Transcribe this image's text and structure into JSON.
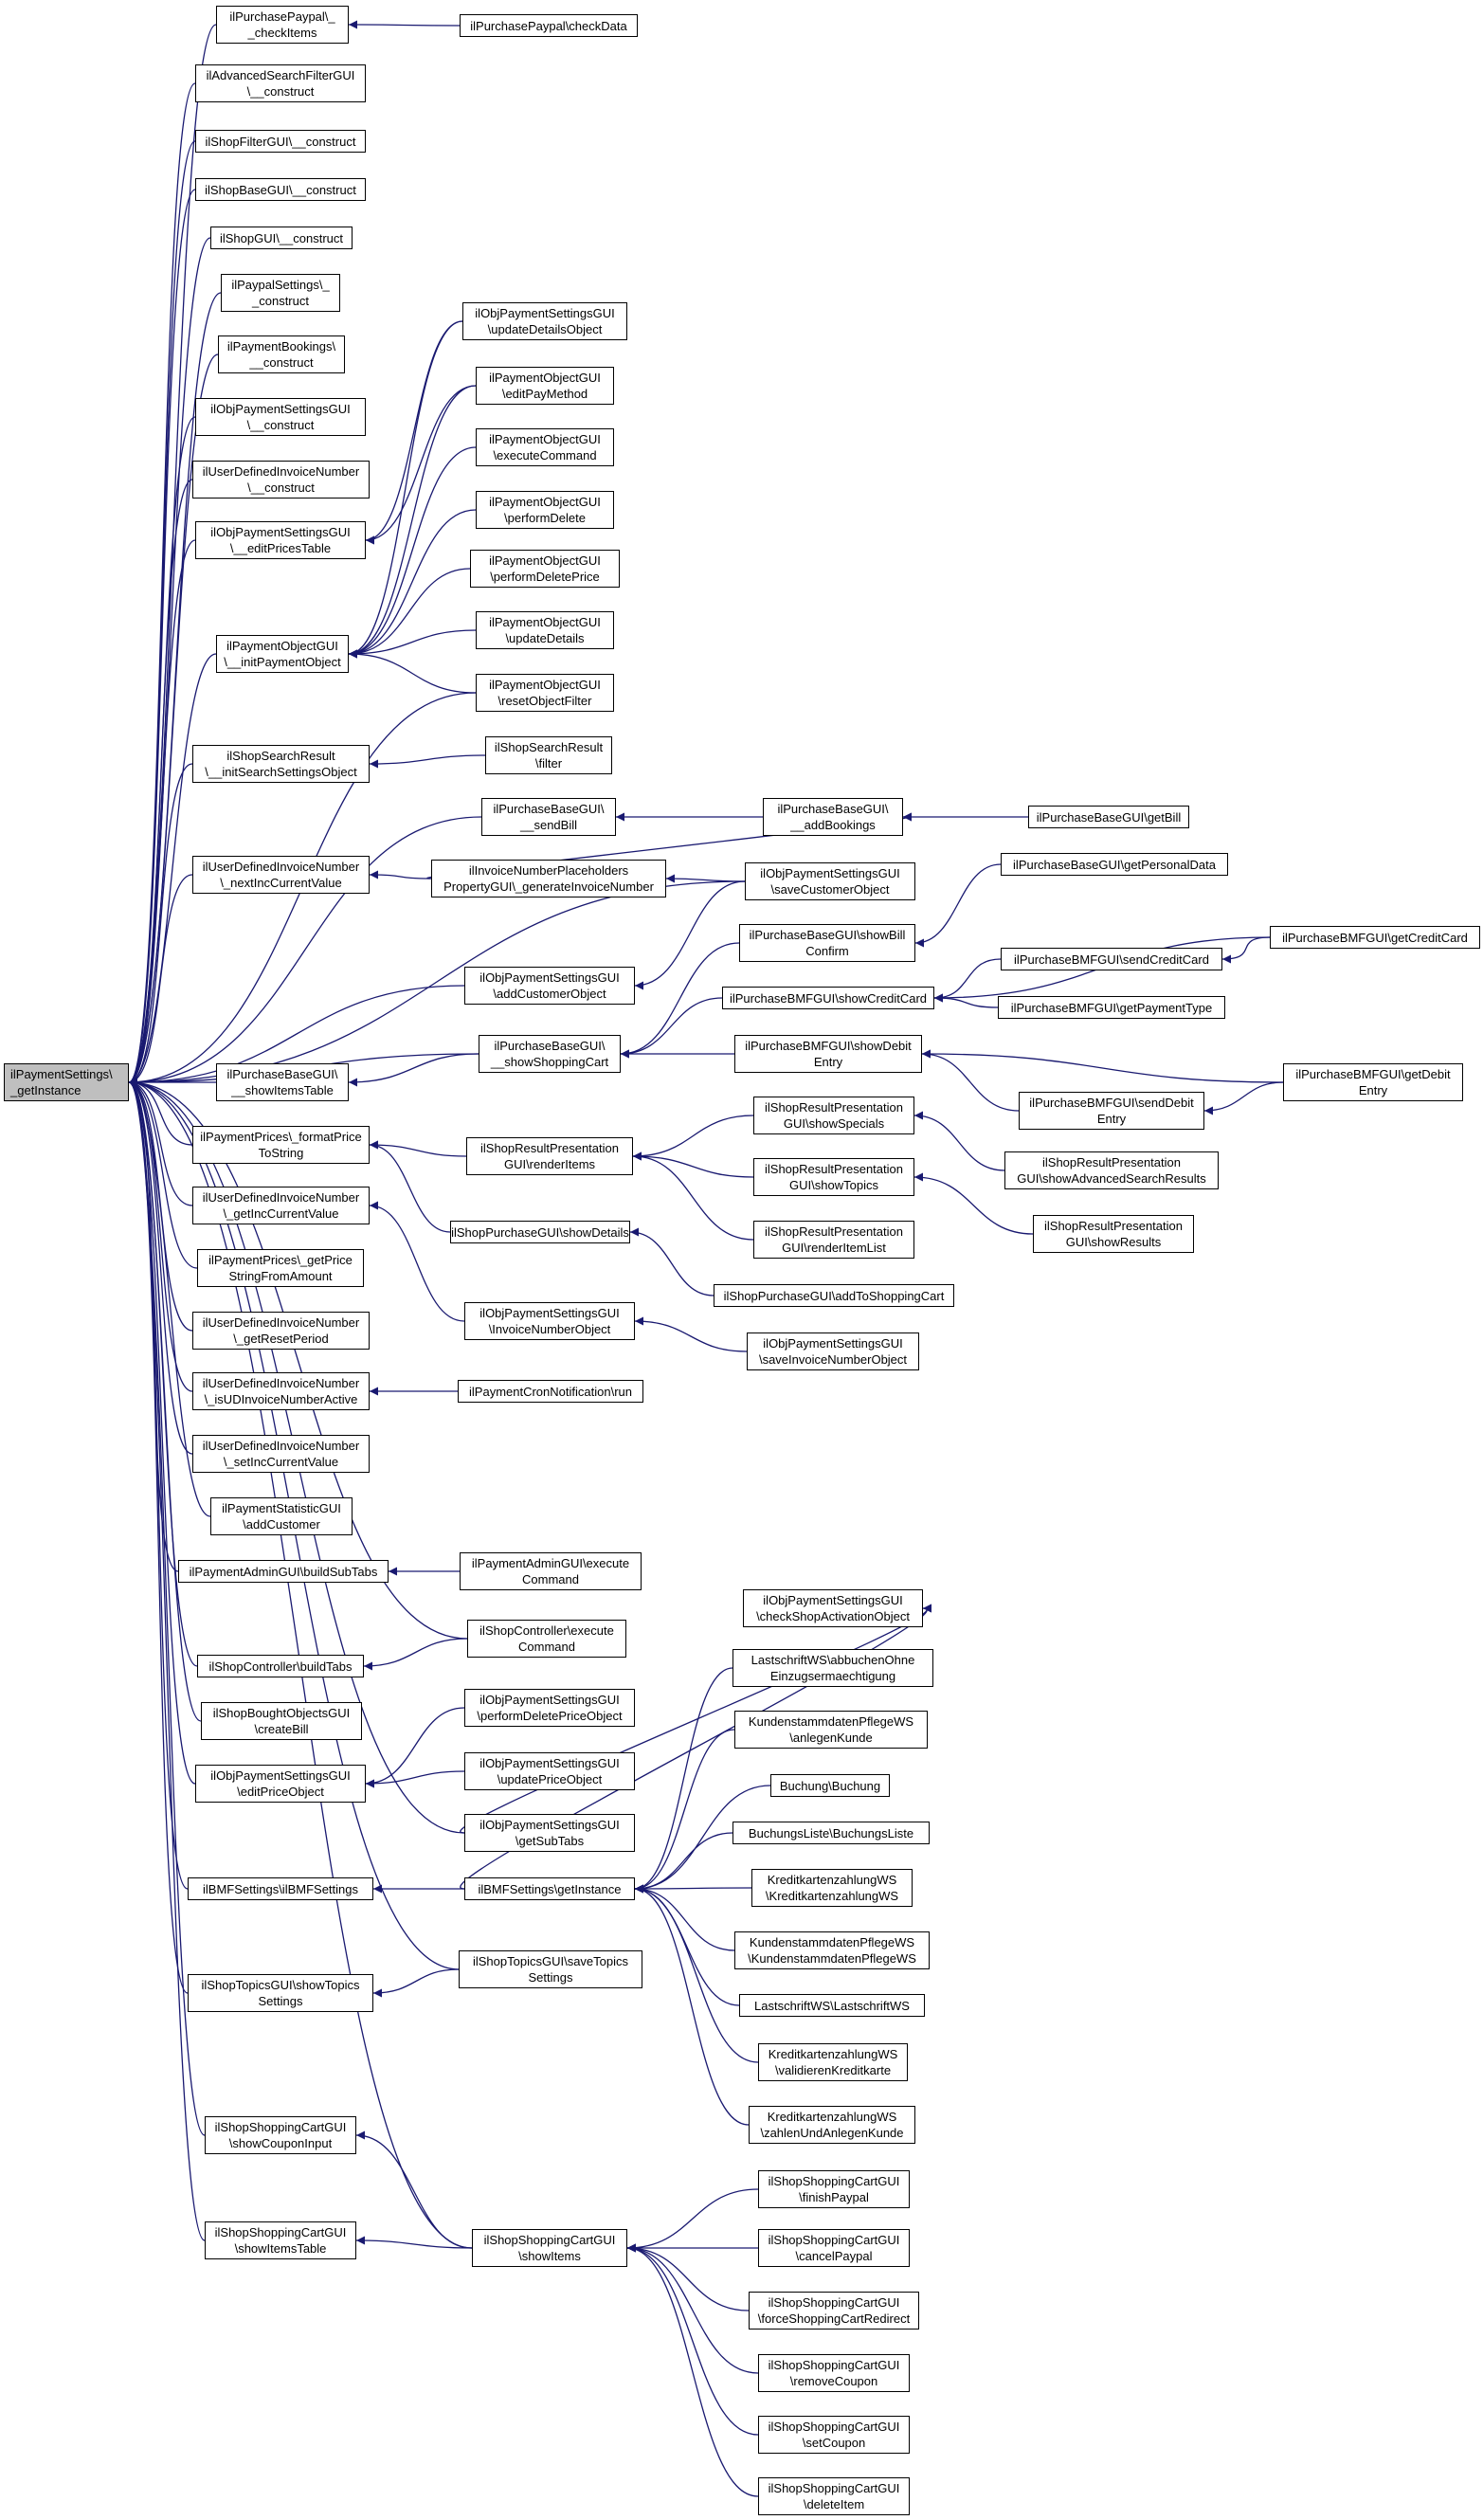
{
  "nodes": {
    "root": [
      "ilPaymentSettings\\",
      "_getInstance"
    ],
    "n1": [
      "ilPurchasePaypal\\_",
      "_checkItems"
    ],
    "n2": [
      "ilPurchasePaypal\\checkData"
    ],
    "n3": [
      "ilAdvancedSearchFilterGUI",
      "\\__construct"
    ],
    "n4": [
      "ilShopFilterGUI\\__construct"
    ],
    "n5": [
      "ilShopBaseGUI\\__construct"
    ],
    "n6": [
      "ilShopGUI\\__construct"
    ],
    "n7": [
      "ilPaypalSettings\\_",
      "_construct"
    ],
    "n8": [
      "ilPaymentBookings\\",
      "__construct"
    ],
    "n9": [
      "ilObjPaymentSettingsGUI",
      "\\__construct"
    ],
    "n10": [
      "ilUserDefinedInvoiceNumber",
      "\\__construct"
    ],
    "n11": [
      "ilObjPaymentSettingsGUI",
      "\\__editPricesTable"
    ],
    "n12": [
      "ilPaymentObjectGUI",
      "\\__initPaymentObject"
    ],
    "n13": [
      "ilObjPaymentSettingsGUI",
      "\\updateDetailsObject"
    ],
    "n14": [
      "ilPaymentObjectGUI",
      "\\editPayMethod"
    ],
    "n15": [
      "ilPaymentObjectGUI",
      "\\executeCommand"
    ],
    "n16": [
      "ilPaymentObjectGUI",
      "\\performDelete"
    ],
    "n17": [
      "ilPaymentObjectGUI",
      "\\performDeletePrice"
    ],
    "n18": [
      "ilPaymentObjectGUI",
      "\\updateDetails"
    ],
    "n19": [
      "ilPaymentObjectGUI",
      "\\resetObjectFilter"
    ],
    "n20": [
      "ilShopSearchResult",
      "\\__initSearchSettingsObject"
    ],
    "n21": [
      "ilShopSearchResult",
      "\\filter"
    ],
    "n22": [
      "ilPurchaseBaseGUI\\",
      "__sendBill"
    ],
    "n23": [
      "ilPurchaseBaseGUI\\",
      "__addBookings"
    ],
    "n24": [
      "ilPurchaseBaseGUI\\getBill"
    ],
    "n25": [
      "ilUserDefinedInvoiceNumber",
      "\\_nextIncCurrentValue"
    ],
    "n26": [
      "ilInvoiceNumberPlaceholders",
      "PropertyGUI\\_generateInvoiceNumber"
    ],
    "n27": [
      "ilObjPaymentSettingsGUI",
      "\\saveCustomerObject"
    ],
    "n28": [
      "ilPurchaseBaseGUI\\getPersonalData"
    ],
    "n29": [
      "ilPurchaseBaseGUI\\showBill",
      "Confirm"
    ],
    "n30": [
      "ilPurchaseBMFGUI\\getCreditCard"
    ],
    "n31": [
      "ilObjPaymentSettingsGUI",
      "\\addCustomerObject"
    ],
    "n32": [
      "ilPurchaseBMFGUI\\showCreditCard"
    ],
    "n33": [
      "ilPurchaseBMFGUI\\sendCreditCard"
    ],
    "n34": [
      "ilPurchaseBMFGUI\\getPaymentType"
    ],
    "n35": [
      "ilPurchaseBaseGUI\\",
      "__showItemsTable"
    ],
    "n36": [
      "ilPurchaseBaseGUI\\",
      "__showShoppingCart"
    ],
    "n37": [
      "ilPurchaseBMFGUI\\showDebit",
      "Entry"
    ],
    "n38": [
      "ilPurchaseBMFGUI\\getDebit",
      "Entry"
    ],
    "n39": [
      "ilPaymentPrices\\_formatPrice",
      "ToString"
    ],
    "n40": [
      "ilShopResultPresentation",
      "GUI\\renderItems"
    ],
    "n41": [
      "ilShopResultPresentation",
      "GUI\\showSpecials"
    ],
    "n42": [
      "ilPurchaseBMFGUI\\sendDebit",
      "Entry"
    ],
    "n43": [
      "ilShopResultPresentation",
      "GUI\\showAdvancedSearchResults"
    ],
    "n44": [
      "ilUserDefinedInvoiceNumber",
      "\\_getIncCurrentValue"
    ],
    "n45": [
      "ilShopResultPresentation",
      "GUI\\showTopics"
    ],
    "n46": [
      "ilShopResultPresentation",
      "GUI\\showResults"
    ],
    "n47": [
      "ilShopPurchaseGUI\\showDetails"
    ],
    "n48": [
      "ilShopResultPresentation",
      "GUI\\renderItemList"
    ],
    "n49": [
      "ilPaymentPrices\\_getPrice",
      "StringFromAmount"
    ],
    "n50": [
      "ilShopPurchaseGUI\\addToShoppingCart"
    ],
    "n51": [
      "ilObjPaymentSettingsGUI",
      "\\InvoiceNumberObject"
    ],
    "n52": [
      "ilUserDefinedInvoiceNumber",
      "\\_getResetPeriod"
    ],
    "n53": [
      "ilObjPaymentSettingsGUI",
      "\\saveInvoiceNumberObject"
    ],
    "n54": [
      "ilUserDefinedInvoiceNumber",
      "\\_isUDInvoiceNumberActive"
    ],
    "n55": [
      "ilPaymentCronNotification\\run"
    ],
    "n56": [
      "ilUserDefinedInvoiceNumber",
      "\\_setIncCurrentValue"
    ],
    "n57": [
      "ilPaymentStatisticGUI",
      "\\addCustomer"
    ],
    "n58": [
      "ilPaymentAdminGUI\\buildSubTabs"
    ],
    "n59": [
      "ilPaymentAdminGUI\\execute",
      "Command"
    ],
    "n60": [
      "ilObjPaymentSettingsGUI",
      "\\checkShopActivationObject"
    ],
    "n61": [
      "ilShopController\\buildTabs"
    ],
    "n62": [
      "ilShopController\\execute",
      "Command"
    ],
    "n63": [
      "LastschriftWS\\abbuchenOhne",
      "Einzugsermaechtigung"
    ],
    "n64": [
      "ilShopBoughtObjectsGUI",
      "\\createBill"
    ],
    "n65": [
      "ilObjPaymentSettingsGUI",
      "\\performDeletePriceObject"
    ],
    "n66": [
      "KundenstammdatenPflegeWS",
      "\\anlegenKunde"
    ],
    "n67": [
      "ilObjPaymentSettingsGUI",
      "\\editPriceObject"
    ],
    "n68": [
      "ilObjPaymentSettingsGUI",
      "\\updatePriceObject"
    ],
    "n69": [
      "Buchung\\Buchung"
    ],
    "n70": [
      "ilObjPaymentSettingsGUI",
      "\\getSubTabs"
    ],
    "n71": [
      "BuchungsListe\\BuchungsListe"
    ],
    "n72": [
      "ilBMFSettings\\ilBMFSettings"
    ],
    "n73": [
      "ilBMFSettings\\getInstance"
    ],
    "n74": [
      "KreditkartenzahlungWS",
      "\\KreditkartenzahlungWS"
    ],
    "n75": [
      "KundenstammdatenPflegeWS",
      "\\KundenstammdatenPflegeWS"
    ],
    "n76": [
      "ilShopTopicsGUI\\showTopics",
      "Settings"
    ],
    "n77": [
      "ilShopTopicsGUI\\saveTopics",
      "Settings"
    ],
    "n78": [
      "LastschriftWS\\LastschriftWS"
    ],
    "n79": [
      "KreditkartenzahlungWS",
      "\\validierenKreditkarte"
    ],
    "n80": [
      "KreditkartenzahlungWS",
      "\\zahlenUndAnlegenKunde"
    ],
    "n81": [
      "ilShopShoppingCartGUI",
      "\\showCouponInput"
    ],
    "n82": [
      "ilShopShoppingCartGUI",
      "\\finishPaypal"
    ],
    "n83": [
      "ilShopShoppingCartGUI",
      "\\showItemsTable"
    ],
    "n84": [
      "ilShopShoppingCartGUI",
      "\\showItems"
    ],
    "n85": [
      "ilShopShoppingCartGUI",
      "\\cancelPaypal"
    ],
    "n86": [
      "ilShopShoppingCartGUI",
      "\\forceShoppingCartRedirect"
    ],
    "n87": [
      "ilShopShoppingCartGUI",
      "\\removeCoupon"
    ],
    "n88": [
      "ilShopShoppingCartGUI",
      "\\setCoupon"
    ],
    "n89": [
      "ilShopShoppingCartGUI",
      "\\deleteItem"
    ]
  },
  "edges": [
    [
      "n1",
      "root"
    ],
    [
      "n3",
      "root"
    ],
    [
      "n4",
      "root"
    ],
    [
      "n5",
      "root"
    ],
    [
      "n6",
      "root"
    ],
    [
      "n7",
      "root"
    ],
    [
      "n8",
      "root"
    ],
    [
      "n9",
      "root"
    ],
    [
      "n10",
      "root"
    ],
    [
      "n11",
      "root"
    ],
    [
      "n12",
      "root"
    ],
    [
      "n19",
      "root"
    ],
    [
      "n20",
      "root"
    ],
    [
      "n22",
      "root"
    ],
    [
      "n25",
      "root"
    ],
    [
      "n27",
      "root"
    ],
    [
      "n31",
      "root"
    ],
    [
      "n35",
      "root"
    ],
    [
      "n36",
      "root"
    ],
    [
      "n39",
      "root"
    ],
    [
      "n44",
      "root"
    ],
    [
      "n49",
      "root"
    ],
    [
      "n52",
      "root"
    ],
    [
      "n54",
      "root"
    ],
    [
      "n56",
      "root"
    ],
    [
      "n57",
      "root"
    ],
    [
      "n58",
      "root"
    ],
    [
      "n61",
      "root"
    ],
    [
      "n62",
      "root"
    ],
    [
      "n64",
      "root"
    ],
    [
      "n67",
      "root"
    ],
    [
      "n70",
      "root"
    ],
    [
      "n72",
      "root"
    ],
    [
      "n76",
      "root"
    ],
    [
      "n77",
      "root"
    ],
    [
      "n81",
      "root"
    ],
    [
      "n83",
      "root"
    ],
    [
      "n84",
      "root"
    ],
    [
      "n2",
      "n1"
    ],
    [
      "n13",
      "n11"
    ],
    [
      "n14",
      "n11"
    ],
    [
      "n13",
      "n12"
    ],
    [
      "n14",
      "n12"
    ],
    [
      "n15",
      "n12"
    ],
    [
      "n16",
      "n12"
    ],
    [
      "n17",
      "n12"
    ],
    [
      "n18",
      "n12"
    ],
    [
      "n19",
      "n12"
    ],
    [
      "n21",
      "n20"
    ],
    [
      "n23",
      "n22"
    ],
    [
      "n24",
      "n23"
    ],
    [
      "n26",
      "n23"
    ],
    [
      "n26",
      "n25"
    ],
    [
      "n27",
      "n26"
    ],
    [
      "n27",
      "n31"
    ],
    [
      "n29",
      "n36"
    ],
    [
      "n32",
      "n36"
    ],
    [
      "n37",
      "n36"
    ],
    [
      "n28",
      "n29"
    ],
    [
      "n33",
      "n32"
    ],
    [
      "n34",
      "n32"
    ],
    [
      "n30",
      "n33"
    ],
    [
      "n30",
      "n32"
    ],
    [
      "n38",
      "n37"
    ],
    [
      "n42",
      "n37"
    ],
    [
      "n38",
      "n42"
    ],
    [
      "n36",
      "n35"
    ],
    [
      "n40",
      "n39"
    ],
    [
      "n41",
      "n40"
    ],
    [
      "n45",
      "n40"
    ],
    [
      "n48",
      "n40"
    ],
    [
      "n47",
      "n39"
    ],
    [
      "n43",
      "n41"
    ],
    [
      "n46",
      "n45"
    ],
    [
      "n50",
      "n47"
    ],
    [
      "n51",
      "n44"
    ],
    [
      "n53",
      "n51"
    ],
    [
      "n55",
      "n54"
    ],
    [
      "n59",
      "n58"
    ],
    [
      "n62",
      "n61"
    ],
    [
      "n65",
      "n67"
    ],
    [
      "n68",
      "n67"
    ],
    [
      "n70",
      "n60"
    ],
    [
      "n73",
      "n60"
    ],
    [
      "n73",
      "n72"
    ],
    [
      "n63",
      "n73"
    ],
    [
      "n66",
      "n73"
    ],
    [
      "n69",
      "n73"
    ],
    [
      "n71",
      "n73"
    ],
    [
      "n74",
      "n73"
    ],
    [
      "n75",
      "n73"
    ],
    [
      "n78",
      "n73"
    ],
    [
      "n79",
      "n73"
    ],
    [
      "n80",
      "n73"
    ],
    [
      "n77",
      "n76"
    ],
    [
      "n84",
      "n81"
    ],
    [
      "n84",
      "n83"
    ],
    [
      "n82",
      "n84"
    ],
    [
      "n85",
      "n84"
    ],
    [
      "n86",
      "n84"
    ],
    [
      "n87",
      "n84"
    ],
    [
      "n88",
      "n84"
    ],
    [
      "n89",
      "n84"
    ]
  ]
}
